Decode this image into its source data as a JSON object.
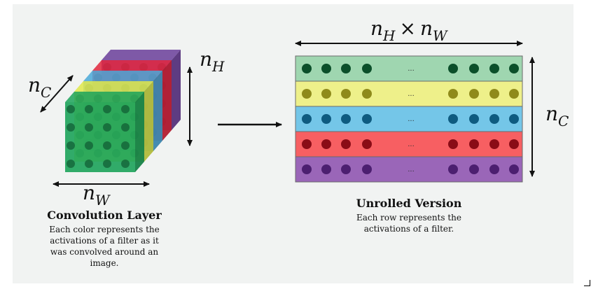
{
  "cube": {
    "labels": {
      "n_c": "n",
      "n_c_sub": "C",
      "n_h": "n",
      "n_h_sub": "H",
      "n_w": "n",
      "n_w_sub": "W"
    },
    "layer_colors": [
      "#6a3d9a",
      "#e0243c",
      "#4aa8d8",
      "#dfe84a",
      "#1ca35a"
    ],
    "title": "Convolution Layer",
    "description_lines": [
      "Each color represents the",
      "activations of a filter as it",
      "was convolved around an",
      "image."
    ]
  },
  "unrolled": {
    "top_label": {
      "n1": "n",
      "sub1": "H",
      "times": "×",
      "n2": "n",
      "sub2": "W"
    },
    "side_label": {
      "n": "n",
      "sub": "C"
    },
    "ellipsis": "...",
    "rows": [
      {
        "name": "green",
        "fill": "#9fd6b0",
        "dot": "#0b4f2a"
      },
      {
        "name": "yellow",
        "fill": "#eef08a",
        "dot": "#8f8a1b"
      },
      {
        "name": "blue",
        "fill": "#74c6e8",
        "dot": "#0e5b80"
      },
      {
        "name": "red",
        "fill": "#f75f62",
        "dot": "#8a0c16"
      },
      {
        "name": "purple",
        "fill": "#9a66b8",
        "dot": "#4c1f70"
      }
    ],
    "title": "Unrolled Version",
    "description_lines": [
      "Each row represents the",
      "activations of a filter."
    ]
  }
}
